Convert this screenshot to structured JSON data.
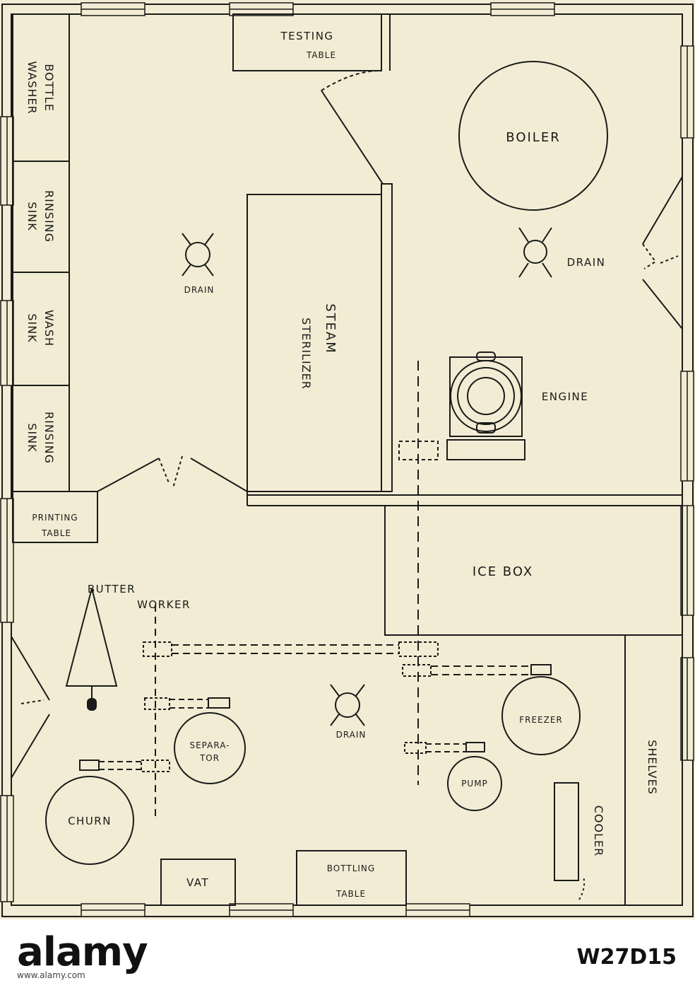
{
  "labels": {
    "testing_table_1": "Testing",
    "testing_table_2": "Table",
    "boiler": "Boiler",
    "bottle_washer_1": "Bottle",
    "bottle_washer_2": "Washer",
    "rinsing_sink_top_1": "Rinsing",
    "rinsing_sink_top_2": "Sink",
    "wash_sink_1": "Wash",
    "wash_sink_2": "Sink",
    "rinsing_sink_bottom_1": "Rinsing",
    "rinsing_sink_bottom_2": "Sink",
    "drain_left": "Drain",
    "drain_right": "Drain",
    "drain_bottom": "Drain",
    "steam_sterilizer_1": "Steam",
    "steam_sterilizer_2": "Sterilizer",
    "engine": "Engine",
    "printing_table_1": "Printing",
    "printing_table_2": "Table",
    "ice_box": "Ice Box",
    "butter_worker_1": "Butter",
    "butter_worker_2": "Worker",
    "separator_1": "Separa-",
    "separator_2": "tor",
    "churn": "Churn",
    "freezer": "Freezer",
    "pump": "Pump",
    "cooler": "Cooler",
    "shelves": "Shelves",
    "vat": "Vat",
    "bottling_table_1": "Bottling",
    "bottling_table_2": "Table"
  },
  "watermark": {
    "logo": "alamy",
    "image_id": "W27D15",
    "sub": "www.alamy.com"
  },
  "colors": {
    "paper": "#f1ecd3",
    "ink": "#1a1a1a"
  }
}
